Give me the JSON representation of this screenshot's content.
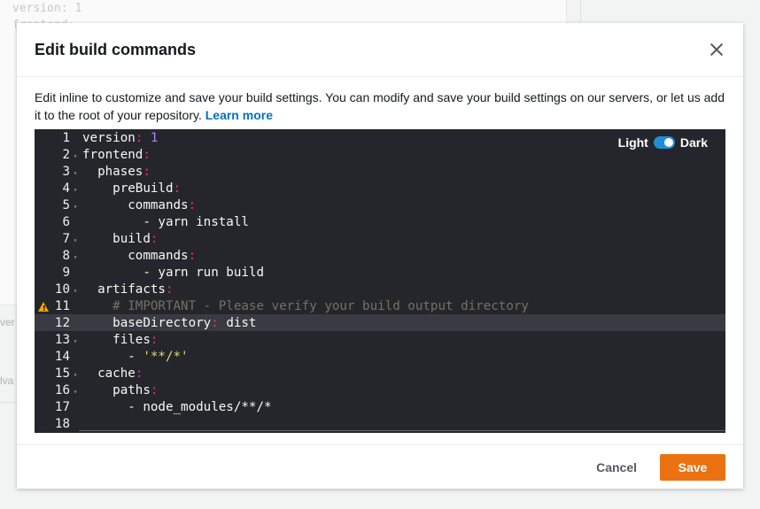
{
  "background": {
    "code_lines": [
      "version: 1",
      "frontend:"
    ],
    "fragment_1": "ver",
    "fragment_2": "lva"
  },
  "modal": {
    "title": "Edit build commands",
    "description": "Edit inline to customize and save your build settings. You can modify and save your build settings on our servers, or let us add it to the root of your repository.",
    "learn_more": "Learn more",
    "theme_light": "Light",
    "theme_dark": "Dark",
    "theme_selected": "Dark",
    "cancel_label": "Cancel",
    "save_label": "Save"
  },
  "editor": {
    "warning_line": 11,
    "active_line": 12,
    "lines": [
      {
        "n": "1",
        "fold": false
      },
      {
        "n": "2",
        "fold": true
      },
      {
        "n": "3",
        "fold": true
      },
      {
        "n": "4",
        "fold": true
      },
      {
        "n": "5",
        "fold": true
      },
      {
        "n": "6",
        "fold": false
      },
      {
        "n": "7",
        "fold": true
      },
      {
        "n": "8",
        "fold": true
      },
      {
        "n": "9",
        "fold": false
      },
      {
        "n": "10",
        "fold": true
      },
      {
        "n": "11",
        "fold": false
      },
      {
        "n": "12",
        "fold": false
      },
      {
        "n": "13",
        "fold": true
      },
      {
        "n": "14",
        "fold": false
      },
      {
        "n": "15",
        "fold": true
      },
      {
        "n": "16",
        "fold": true
      },
      {
        "n": "17",
        "fold": false
      },
      {
        "n": "18",
        "fold": false
      }
    ],
    "code": {
      "l1_key": "version",
      "l1_val": "1",
      "l2_key": "frontend",
      "l3_key": "phases",
      "l4_key": "preBuild",
      "l5_key": "commands",
      "l6_text": "- yarn install",
      "l7_key": "build",
      "l8_key": "commands",
      "l9_text": "- yarn run build",
      "l10_key": "artifacts",
      "l11_comment": "# IMPORTANT - Please verify your build output directory",
      "l12_key": "baseDirectory",
      "l12_val": "dist",
      "l13_key": "files",
      "l14_dash": "- ",
      "l14_str": "'**/*'",
      "l15_key": "cache",
      "l16_key": "paths",
      "l17_text": "- node_modules/**/*"
    }
  },
  "colors": {
    "editor_bg": "#25262c",
    "save_button": "#ec7211",
    "link": "#0073bb",
    "toggle": "#1f8dd6",
    "warning": "#f2a600"
  }
}
